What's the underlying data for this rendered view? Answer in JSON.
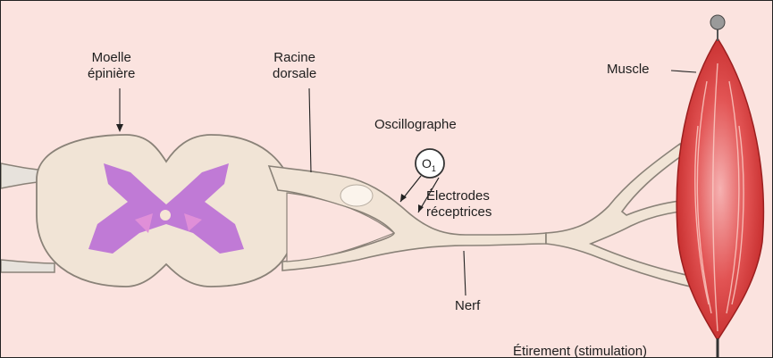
{
  "labels": {
    "moelle": "Moelle\népinière",
    "racine": "Racine\ndorsale",
    "oscillographe": "Oscillographe",
    "o1": "O",
    "o1_sub": "1",
    "electrodes": "Électrodes\nréceptrices",
    "muscle": "Muscle",
    "nerf": "Nerf",
    "etirement": "Étirement (stimulation)"
  },
  "colors": {
    "background": "#fbe3df",
    "nerve_fill": "#f4e8da",
    "nerve_outline": "#8a8278",
    "grey_matter": "#c07ad6",
    "muscle": "#d93a3a",
    "muscle_light": "#f4a6a6"
  }
}
